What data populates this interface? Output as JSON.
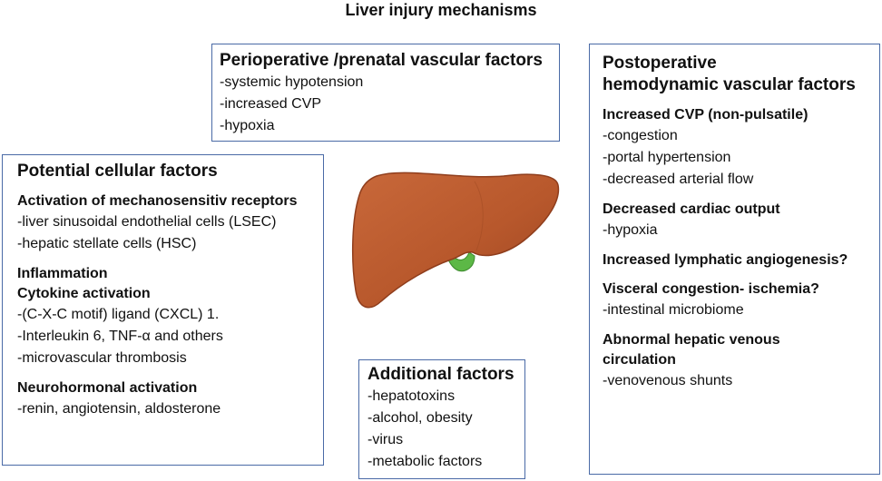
{
  "title": "Liver injury mechanisms",
  "perioperative": {
    "heading": "Perioperative /prenatal vascular factors",
    "items": [
      "-systemic hypotension",
      "-increased CVP",
      "-hypoxia"
    ]
  },
  "postoperative": {
    "heading_line1": "Postoperative",
    "heading_line2": "hemodynamic vascular factors",
    "groups": [
      {
        "title": "Increased CVP (non-pulsatile)",
        "items": [
          "-congestion",
          "-portal hypertension",
          "-decreased arterial flow"
        ]
      },
      {
        "title": "Decreased cardiac output",
        "items": [
          "-hypoxia"
        ]
      },
      {
        "title": "Increased lymphatic angiogenesis?",
        "items": []
      },
      {
        "title": "Visceral congestion- ischemia?",
        "items": [
          "-intestinal microbiome"
        ]
      },
      {
        "title_line1": "Abnormal hepatic venous",
        "title_line2": "circulation",
        "items": [
          "-venovenous shunts"
        ]
      }
    ]
  },
  "cellular": {
    "heading": "Potential cellular factors",
    "mechano": {
      "title": "Activation of mechanosensitiv receptors",
      "items": [
        "-liver sinusoidal endothelial cells (LSEC)",
        "-hepatic stellate cells (HSC)"
      ]
    },
    "inflammation": {
      "title_line1": "Inflammation",
      "title_line2": "Cytokine activation",
      "items": [
        "-(C-X-C motif) ligand (CXCL) 1.",
        "-Interleukin 6, TNF-α and others",
        "-microvascular thrombosis"
      ]
    },
    "neuro": {
      "title": "Neurohormonal activation",
      "items": [
        "-renin, angiotensin, aldosterone"
      ]
    }
  },
  "additional": {
    "heading": "Additional factors",
    "items": [
      "-hepatotoxins",
      "-alcohol, obesity",
      "-virus",
      "-metabolic factors"
    ]
  },
  "colors": {
    "box_border": "#4a6aa6",
    "liver": "#b8582c",
    "liver_dark": "#8f3d1c",
    "gallbladder": "#5cb846"
  }
}
